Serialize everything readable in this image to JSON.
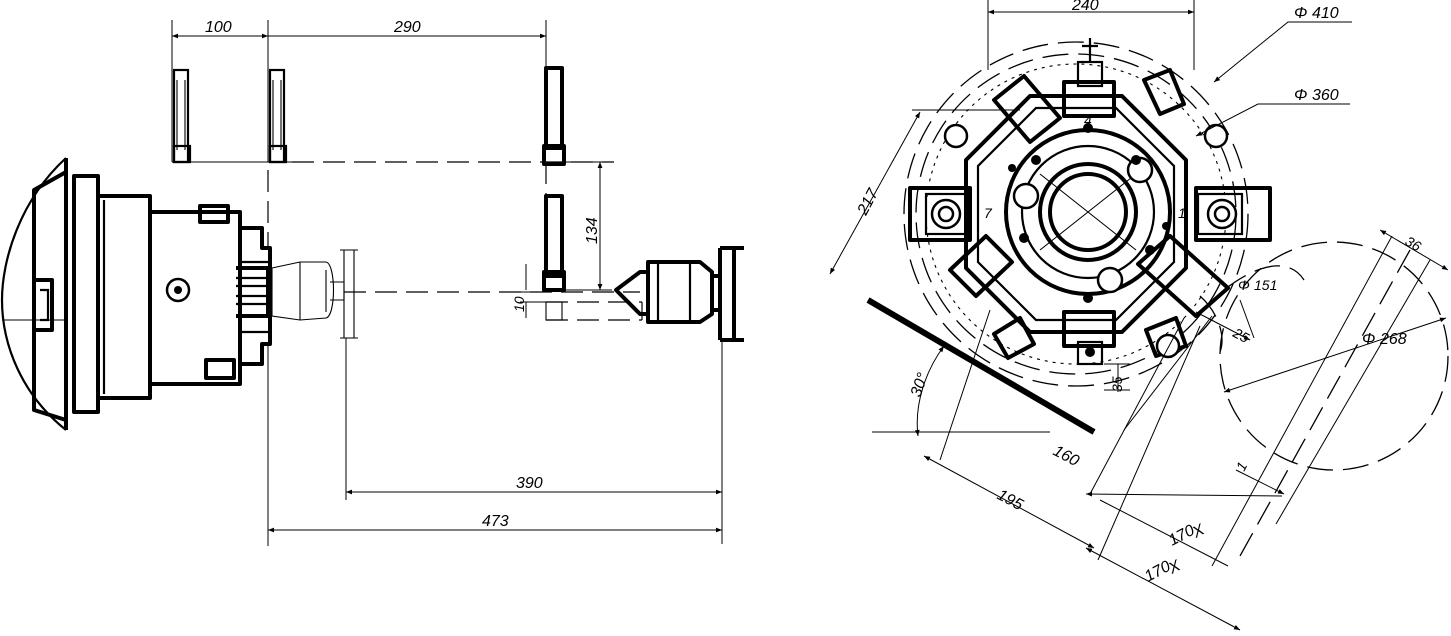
{
  "drawing": {
    "left_view": {
      "dimensions": {
        "d100": "100",
        "d290": "290",
        "d134": "134",
        "d10": "10",
        "d390": "390",
        "d473": "473"
      }
    },
    "right_view": {
      "dimensions": {
        "d240": "240",
        "phi410": "410",
        "phi360": "360",
        "phi151": "151",
        "phi268": "268",
        "d217": "217",
        "d36": "36",
        "d25": "25",
        "d35": "35",
        "angle30": "30°",
        "d160": "160",
        "d195": "195",
        "d170a": "170",
        "d170b": "170",
        "xa": "X",
        "xb": "X",
        "d1": "1"
      },
      "phi_symbol": "Φ",
      "station_labels": {
        "s4": "4",
        "s1": "1",
        "s7": "7"
      }
    }
  }
}
